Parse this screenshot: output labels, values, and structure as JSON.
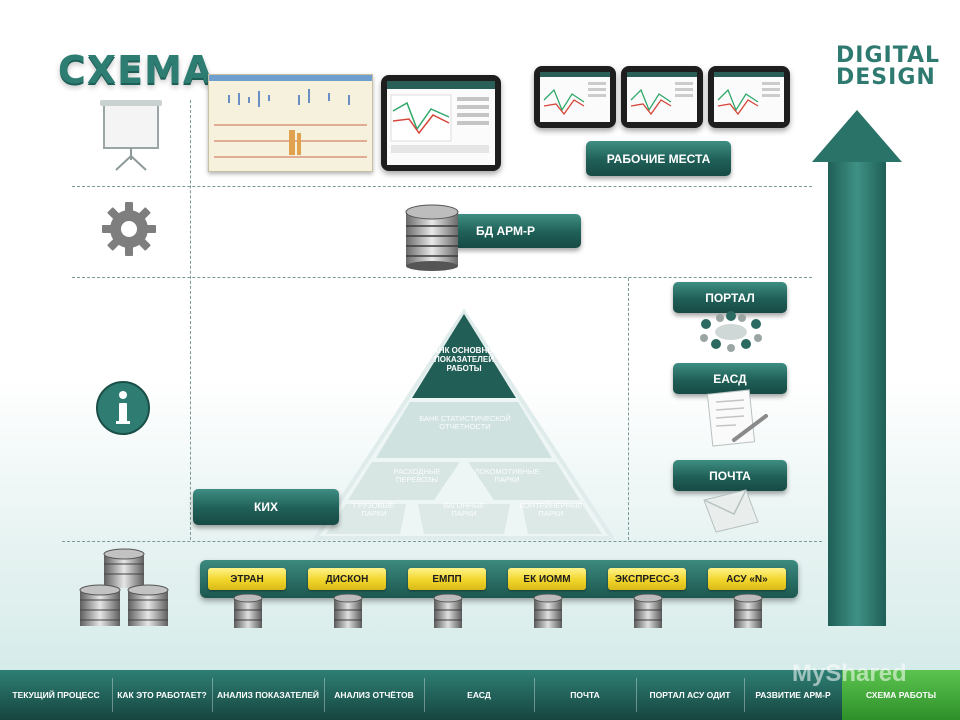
{
  "title": "СХЕМА",
  "logo": {
    "line1": "DIGITAL",
    "line2": "DESIGN"
  },
  "workplaces_label": "РАБОЧИЕ МЕСТА",
  "db_label": "БД АРМ-Р",
  "side_buttons": [
    "ПОРТАЛ",
    "ЕАСД",
    "ПОЧТА"
  ],
  "kix_label": "КИХ",
  "pyramid": {
    "top": "БАНК ОСНОВНЫХ ПОКАЗАТЕЛЕЙ РАБОТЫ",
    "middle": "БАНК СТАТИСТИЧЕСКОЙ ОТЧЕТНОСТИ",
    "row2": [
      "РАСХОДНЫЕ ПЕРЕВОЗЫ",
      "ЛОКОМОТИВНЫЕ ПАРКИ"
    ],
    "row3": [
      "ГРУЗОВЫЕ ПАРКИ",
      "ВАГОННЫЕ ПАРКИ",
      "КОНТЕЙНЕРНЫЕ ПАРКИ"
    ]
  },
  "systems": [
    "ЭТРАН",
    "ДИСКОН",
    "ЕМПП",
    "ЕК ИОММ",
    "ЭКСПРЕСС-3",
    "АСУ «N»"
  ],
  "nav": [
    "ТЕКУЩИЙ ПРОЦЕСС",
    "КАК ЭТО РАБОТАЕТ?",
    "АНАЛИЗ ПОКАЗАТЕЛЕЙ",
    "АНАЛИЗ ОТЧЁТОВ",
    "ЕАСД",
    "ПОЧТА",
    "ПОРТАЛ АСУ ОДИТ",
    "РАЗВИТИЕ АРМ-Р",
    "СХЕМА РАБОТЫ"
  ],
  "watermark": "MyShared",
  "colors": {
    "teal_dark": "#1f5f57",
    "teal": "#3f8e83",
    "yellow": "#f1d52a",
    "active": "#4cb544"
  }
}
